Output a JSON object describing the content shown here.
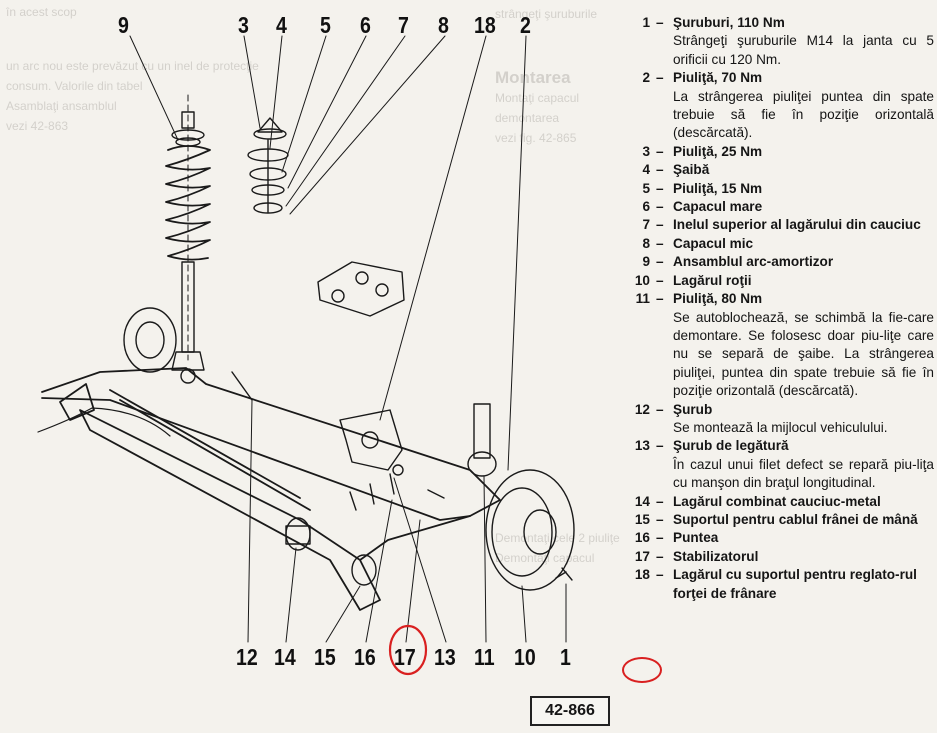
{
  "figure_ref": "42-866",
  "callouts": {
    "top": [
      "9",
      "3",
      "4",
      "5",
      "6",
      "7",
      "8",
      "18",
      "2"
    ],
    "bottom": [
      "12",
      "14",
      "15",
      "16",
      "17",
      "13",
      "11",
      "10",
      "1"
    ]
  },
  "legend": [
    {
      "num": "1",
      "title": "Şuruburi, 110 Nm",
      "desc": "Strângeţi şuruburile M14 la janta cu 5 orificii  cu 120 Nm."
    },
    {
      "num": "2",
      "title": "Piuliţă, 70 Nm",
      "desc": "La strângerea piuliţei puntea din spate trebuie să fie în poziţie orizontală (descărcată)."
    },
    {
      "num": "3",
      "title": "Piuliţă, 25 Nm",
      "desc": ""
    },
    {
      "num": "4",
      "title": "Şaibă",
      "desc": ""
    },
    {
      "num": "5",
      "title": "Piuliţă, 15 Nm",
      "desc": ""
    },
    {
      "num": "6",
      "title": "Capacul mare",
      "desc": ""
    },
    {
      "num": "7",
      "title": "Inelul superior al lagărului din cauciuc",
      "desc": ""
    },
    {
      "num": "8",
      "title": "Capacul mic",
      "desc": ""
    },
    {
      "num": "9",
      "title": "Ansamblul arc-amortizor",
      "desc": ""
    },
    {
      "num": "10",
      "title": "Lagărul roţii",
      "desc": ""
    },
    {
      "num": "11",
      "title": "Piuliţă, 80 Nm",
      "desc": "Se autoblochează, se schimbă la fie-care demontare. Se folosesc doar piu-liţe care nu se separă de şaibe. La strângerea piuliţei, puntea din spate trebuie să fie în poziţie orizontală (descărcată)."
    },
    {
      "num": "12",
      "title": "Şurub",
      "desc": "Se montează la mijlocul vehiculului."
    },
    {
      "num": "13",
      "title": "Şurub de legătură",
      "desc": "În cazul unui filet defect se repară piu-liţa cu manşon din braţul longitudinal."
    },
    {
      "num": "14",
      "title": "Lagărul combinat cauciuc-metal",
      "desc": ""
    },
    {
      "num": "15",
      "title": "Suportul pentru cablul frânei de mână",
      "desc": ""
    },
    {
      "num": "16",
      "title": "Puntea",
      "desc": ""
    },
    {
      "num": "17",
      "title": "Stabilizatorul",
      "desc": ""
    },
    {
      "num": "18",
      "title": "Lagărul cu suportul pentru reglato-rul forţei de frânare",
      "desc": ""
    }
  ],
  "highlight_color": "#d92020",
  "ghost_text": {
    "left": [
      "în acest scop",
      "un arc nou este prevăzut cu un inel de protecţie",
      "consum. Valorile din tabel",
      "Asamblaţi ansamblul",
      "vezi 42-863"
    ],
    "right": [
      "strângeţi şuruburile",
      "Montarea",
      "Montaţi capacul",
      "demontarea",
      "vezi fig. 42-865",
      "Demontaţi cele 2 piuliţe",
      "Demontaţi capacul"
    ]
  }
}
